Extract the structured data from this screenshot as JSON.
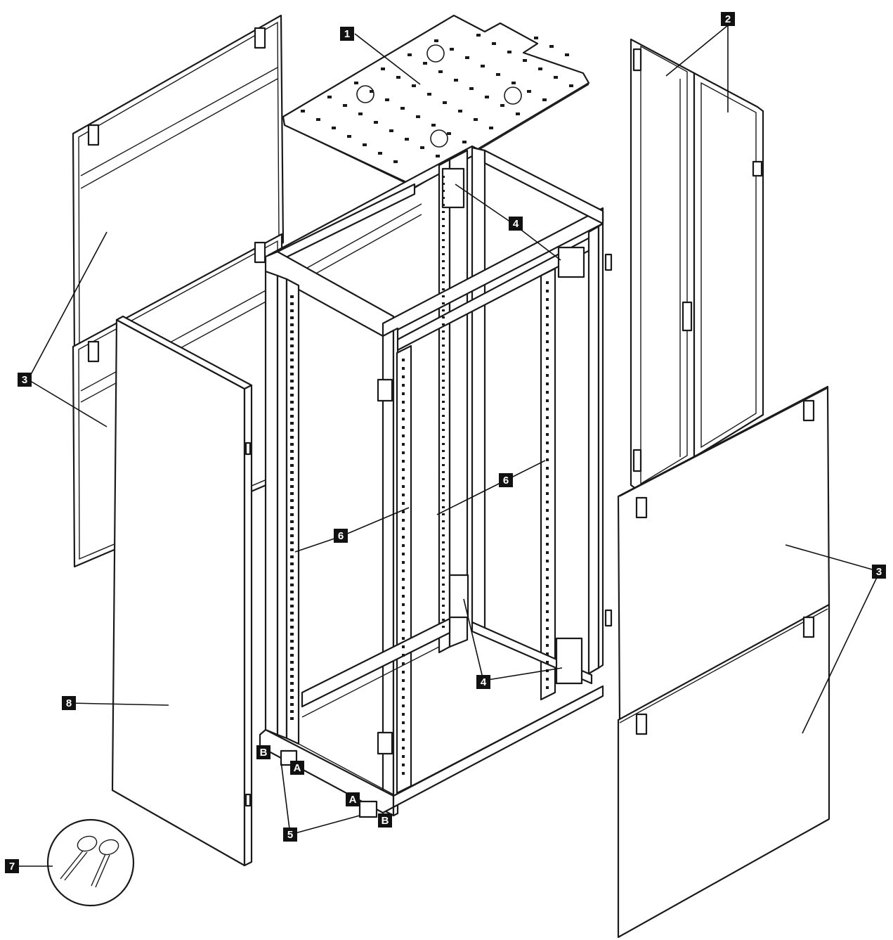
{
  "callouts": [
    {
      "id": "c1",
      "label": "1"
    },
    {
      "id": "c2",
      "label": "2"
    },
    {
      "id": "c3a",
      "label": "3"
    },
    {
      "id": "c3b",
      "label": "3"
    },
    {
      "id": "c4a",
      "label": "4"
    },
    {
      "id": "c4b",
      "label": "4"
    },
    {
      "id": "c5",
      "label": "5"
    },
    {
      "id": "c6a",
      "label": "6"
    },
    {
      "id": "c6b",
      "label": "6"
    },
    {
      "id": "c7",
      "label": "7"
    },
    {
      "id": "c8",
      "label": "8"
    },
    {
      "id": "cA1",
      "label": "A"
    },
    {
      "id": "cA2",
      "label": "A"
    },
    {
      "id": "cB1",
      "label": "B"
    },
    {
      "id": "cB2",
      "label": "B"
    }
  ],
  "colors": {
    "line": "#1a1a1a",
    "callout_fill": "#111111",
    "callout_text": "#ffffff"
  }
}
